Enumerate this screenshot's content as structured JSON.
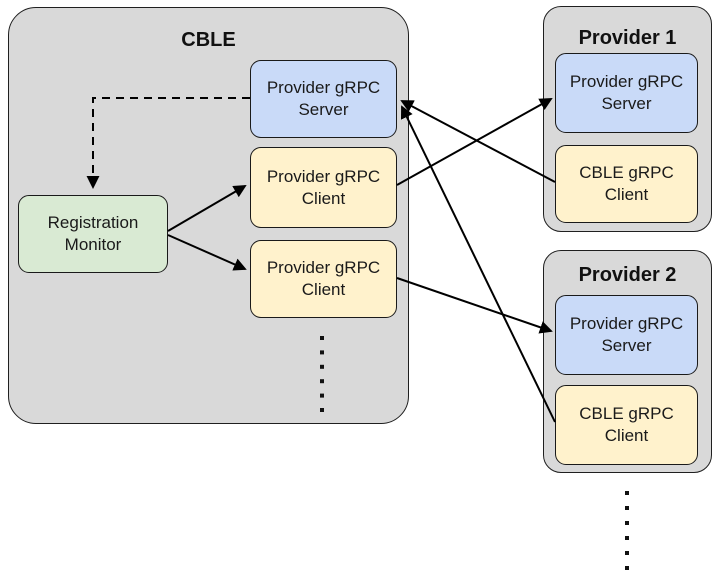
{
  "diagram": {
    "containers": {
      "cble": {
        "title": "CBLE"
      },
      "provider1": {
        "title": "Provider 1"
      },
      "provider2": {
        "title": "Provider 2"
      }
    },
    "nodes": {
      "registration_monitor": {
        "label": "Registration Monitor",
        "fill": "#d9ead3"
      },
      "cble_provider_grpc_server": {
        "label": "Provider gRPC Server",
        "fill": "#c9daf8"
      },
      "cble_provider_grpc_client_1": {
        "label": "Provider gRPC Client",
        "fill": "#fff2cc"
      },
      "cble_provider_grpc_client_2": {
        "label": "Provider gRPC Client",
        "fill": "#fff2cc"
      },
      "provider1_grpc_server": {
        "label": "Provider gRPC Server",
        "fill": "#c9daf8"
      },
      "provider1_cble_grpc_client": {
        "label": "CBLE gRPC Client",
        "fill": "#fff2cc"
      },
      "provider2_grpc_server": {
        "label": "Provider gRPC Server",
        "fill": "#c9daf8"
      },
      "provider2_cble_grpc_client": {
        "label": "CBLE gRPC Client",
        "fill": "#fff2cc"
      }
    },
    "edges": [
      {
        "from": "cble_provider_grpc_server",
        "to": "registration_monitor",
        "style": "dashed"
      },
      {
        "from": "registration_monitor",
        "to": "cble_provider_grpc_client_1",
        "style": "solid"
      },
      {
        "from": "registration_monitor",
        "to": "cble_provider_grpc_client_2",
        "style": "solid"
      },
      {
        "from": "cble_provider_grpc_client_1",
        "to": "provider1_grpc_server",
        "style": "solid"
      },
      {
        "from": "cble_provider_grpc_client_2",
        "to": "provider2_grpc_server",
        "style": "solid"
      },
      {
        "from": "provider1_cble_grpc_client",
        "to": "cble_provider_grpc_server",
        "style": "solid"
      },
      {
        "from": "provider2_cble_grpc_client",
        "to": "cble_provider_grpc_server",
        "style": "solid"
      }
    ],
    "ellipsis": {
      "cble_more_clients": {
        "count": 6
      },
      "more_providers": {
        "count": 6
      }
    },
    "colors": {
      "container_fill": "#d9d9d9",
      "server_fill": "#c9daf8",
      "client_fill": "#fff2cc",
      "monitor_fill": "#d9ead3",
      "border": "#1a1a1a",
      "arrow": "#000000",
      "background": "#ffffff"
    }
  }
}
